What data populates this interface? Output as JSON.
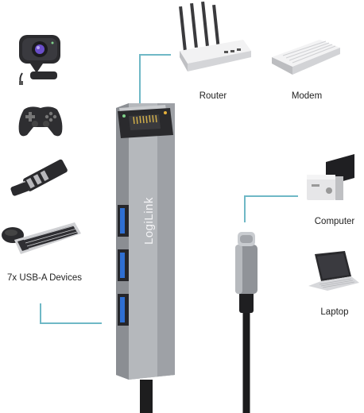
{
  "labels": {
    "router": "Router",
    "modem": "Modem",
    "computer": "Computer",
    "laptop": "Laptop",
    "usb_devices": "7x USB-A Devices"
  },
  "hub": {
    "brand": "LogiLink"
  },
  "icons": {
    "webcam": "webcam-icon",
    "gamepad": "gamepad-icon",
    "usb_stick": "usb-stick-icon",
    "keyboard_mouse": "keyboard-mouse-icon",
    "router": "router-icon",
    "modem": "modem-icon",
    "computer": "computer-icon",
    "laptop": "laptop-icon",
    "usb_c_plug": "usb-c-plug-icon"
  },
  "colors": {
    "connector_line": "#6fb8c6",
    "hub_body": "#a9acb0"
  }
}
